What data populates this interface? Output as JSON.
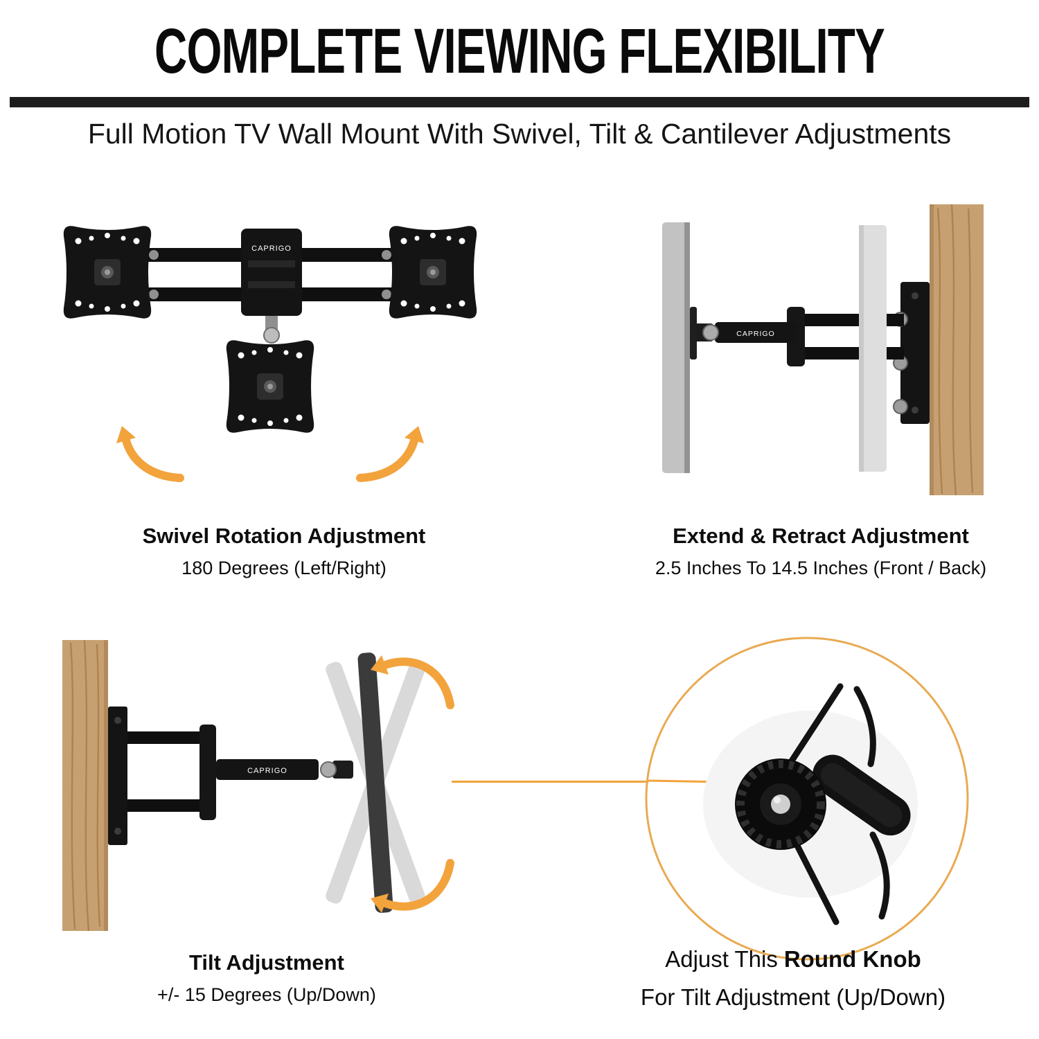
{
  "header": {
    "title": "COMPLETE VIEWING FLEXIBILITY",
    "subtitle": "Full Motion TV Wall Mount With Swivel, Tilt & Cantilever Adjustments"
  },
  "brand": "CAPRIGO",
  "features": {
    "swivel": {
      "title": "Swivel Rotation Adjustment",
      "detail": "180 Degrees (Left/Right)"
    },
    "extend": {
      "title": "Extend & Retract Adjustment",
      "detail": "2.5 Inches To 14.5 Inches (Front / Back)"
    },
    "tilt": {
      "title": "Tilt Adjustment",
      "detail": "+/- 15 Degrees (Up/Down)"
    },
    "knob": {
      "text_prefix": "Adjust This",
      "text_bold": "Round Knob",
      "detail": "For Tilt Adjustment (Up/Down)"
    }
  },
  "colors": {
    "accent": "#F2A33C",
    "wood": "#C7A071",
    "ink": "#111111"
  }
}
